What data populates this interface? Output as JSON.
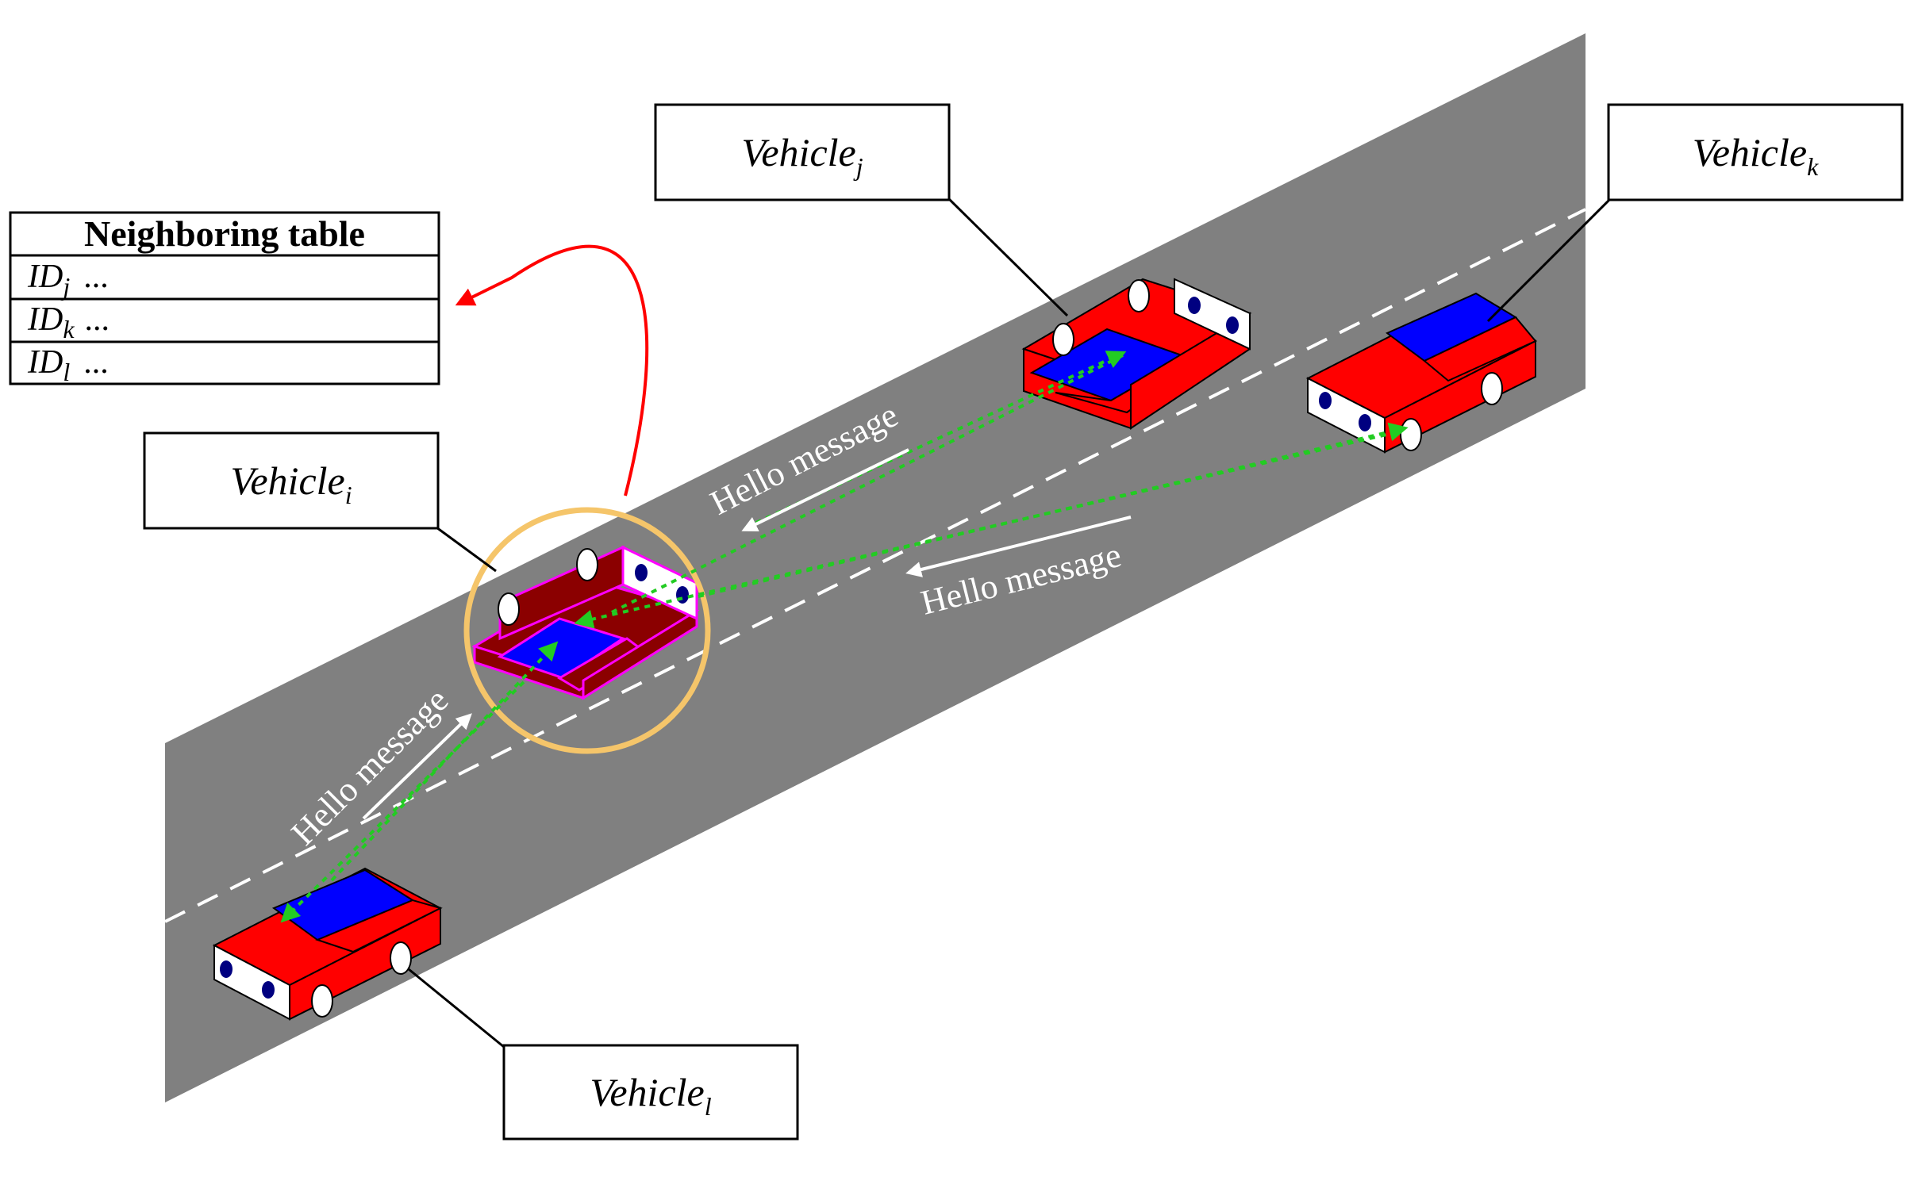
{
  "neighboring_table": {
    "title": "Neighboring table",
    "rows": [
      {
        "id": "ID",
        "sub": "j",
        "rest": "..."
      },
      {
        "id": "ID",
        "sub": "k",
        "rest": "..."
      },
      {
        "id": "ID",
        "sub": "l",
        "rest": "..."
      }
    ]
  },
  "vehicles": {
    "i": {
      "base": "Vehicle",
      "sub": "i"
    },
    "j": {
      "base": "Vehicle",
      "sub": "j"
    },
    "k": {
      "base": "Vehicle",
      "sub": "k"
    },
    "l": {
      "base": "Vehicle",
      "sub": "l"
    }
  },
  "messages": {
    "upper": "Hello message",
    "middle": "Hello message",
    "lower": "Hello message"
  },
  "colors": {
    "road": "#808080",
    "car_body": "#ff0000",
    "car_roof": "#0000ff",
    "car_body_highlighted": "#8b0000",
    "highlight_outline": "#ff00ff",
    "highlight_circle": "#f5c56a",
    "signal": "#22cc22",
    "feedback_arrow": "#ff0000"
  }
}
